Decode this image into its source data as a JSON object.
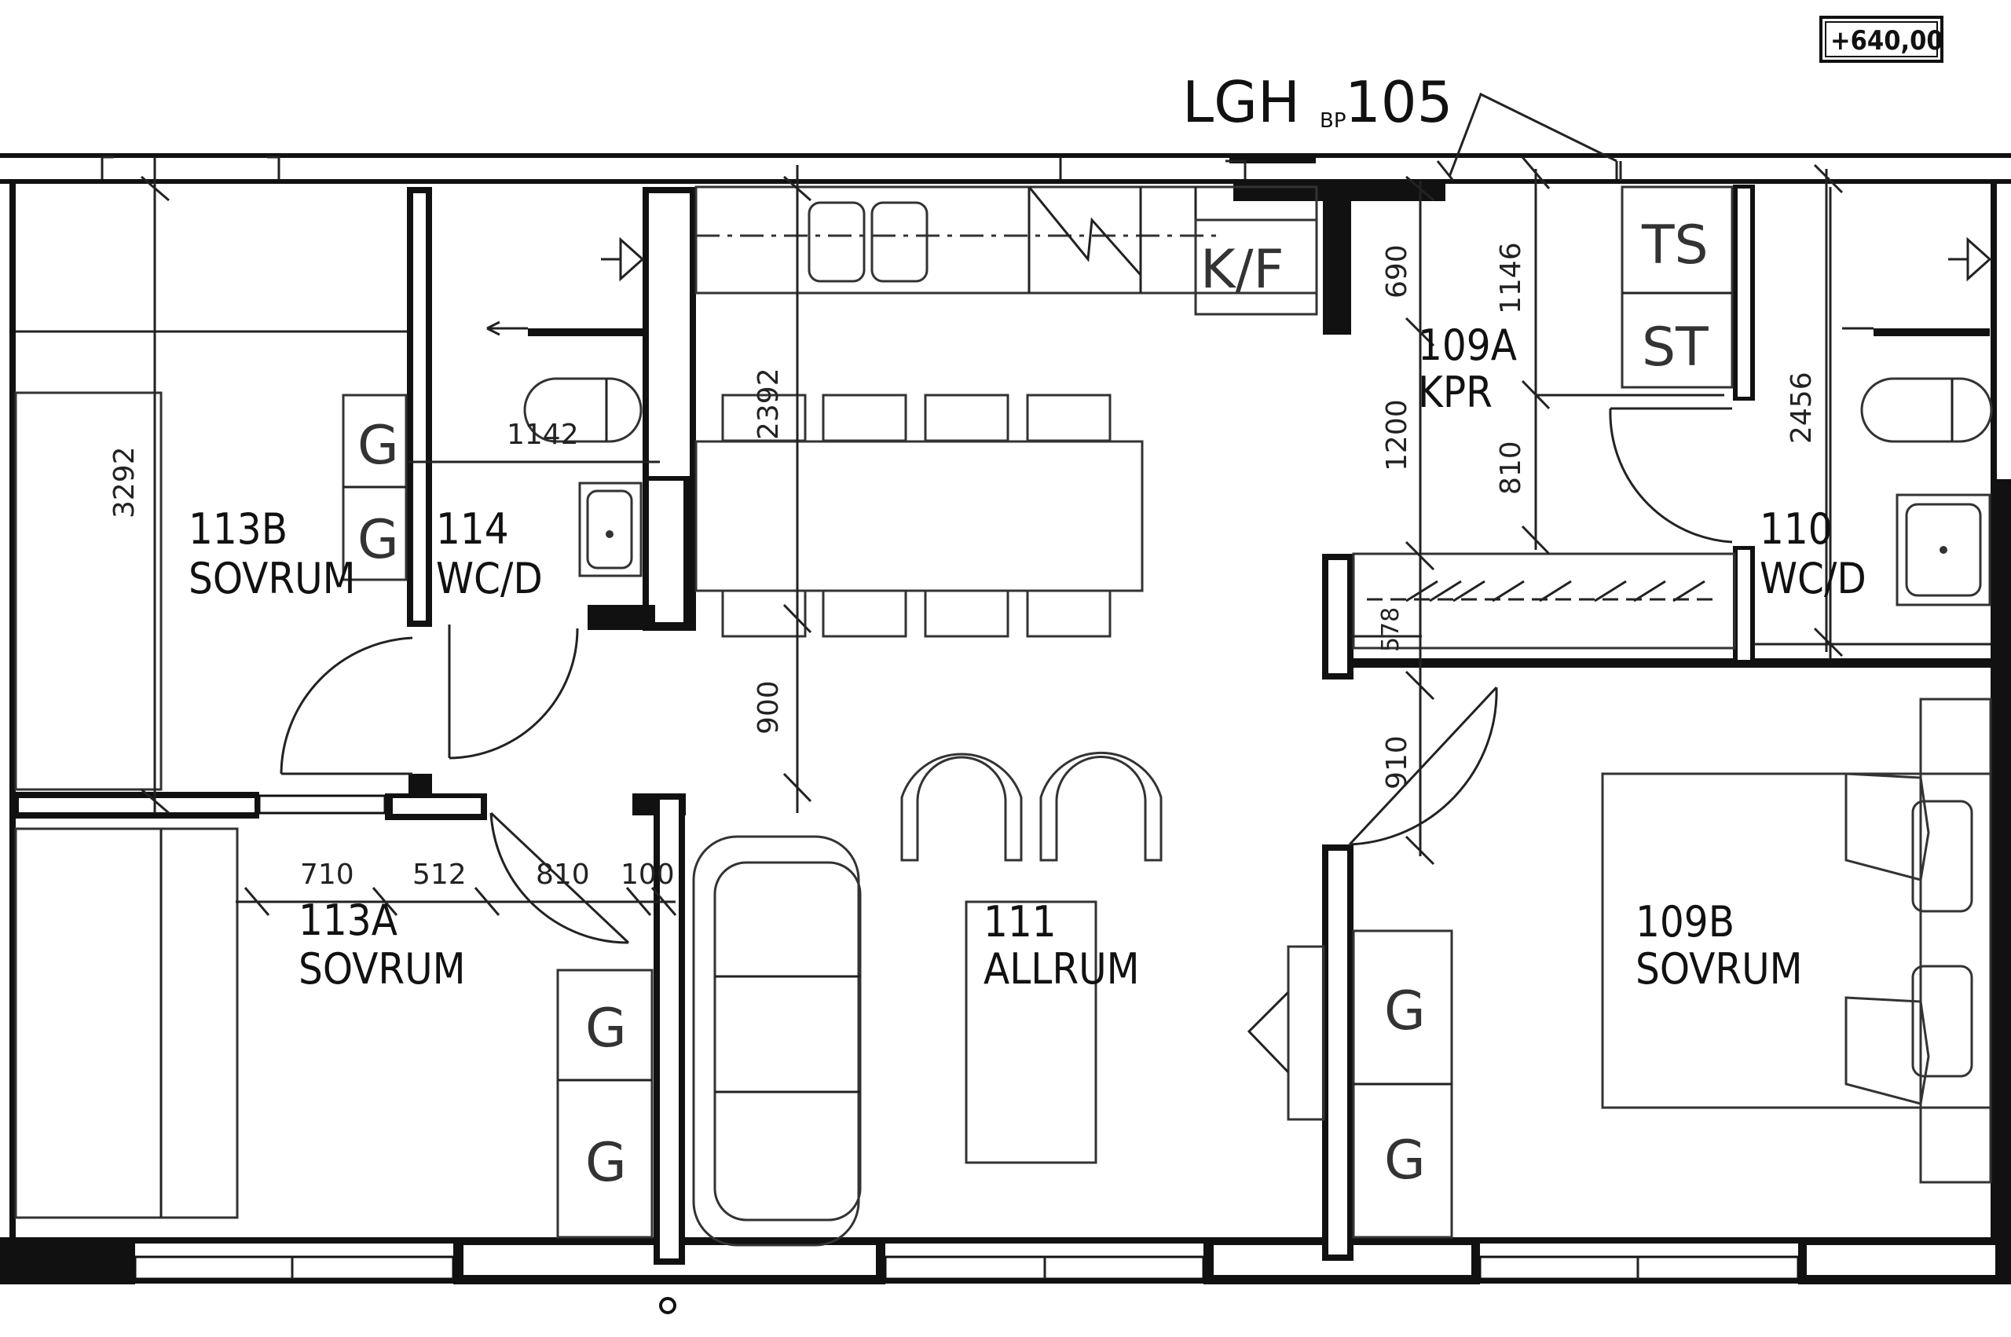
{
  "plan": {
    "unit_label": {
      "prefix": "LGH",
      "sub": "BP",
      "number": "105"
    },
    "elevation": "+640,00"
  },
  "rooms": [
    {
      "id": "113b",
      "number": "113B",
      "name": "SOVRUM"
    },
    {
      "id": "114",
      "number": "114",
      "name": "WC/D"
    },
    {
      "id": "109a",
      "number": "109A",
      "name": "KPR"
    },
    {
      "id": "110",
      "number": "110",
      "name": "WC/D"
    },
    {
      "id": "113a",
      "number": "113A",
      "name": "SOVRUM"
    },
    {
      "id": "111",
      "number": "111",
      "name": "ALLRUM"
    },
    {
      "id": "109b",
      "number": "109B",
      "name": "SOVRUM"
    }
  ],
  "dimensions": {
    "d3292": "3292",
    "d1142": "1142",
    "d2392": "2392",
    "d690": "690",
    "d1146": "1146",
    "d1200": "1200",
    "d810v": "810",
    "d2456": "2456",
    "d578": "578",
    "d900": "900",
    "d910": "910",
    "d710": "710",
    "d512": "512",
    "d810h": "810",
    "d100": "100"
  },
  "symbols": {
    "kf": "K/F",
    "ts": "TS",
    "st": "ST",
    "g": "G"
  },
  "colors": {
    "ink": "#111111",
    "paper": "#ffffff"
  }
}
